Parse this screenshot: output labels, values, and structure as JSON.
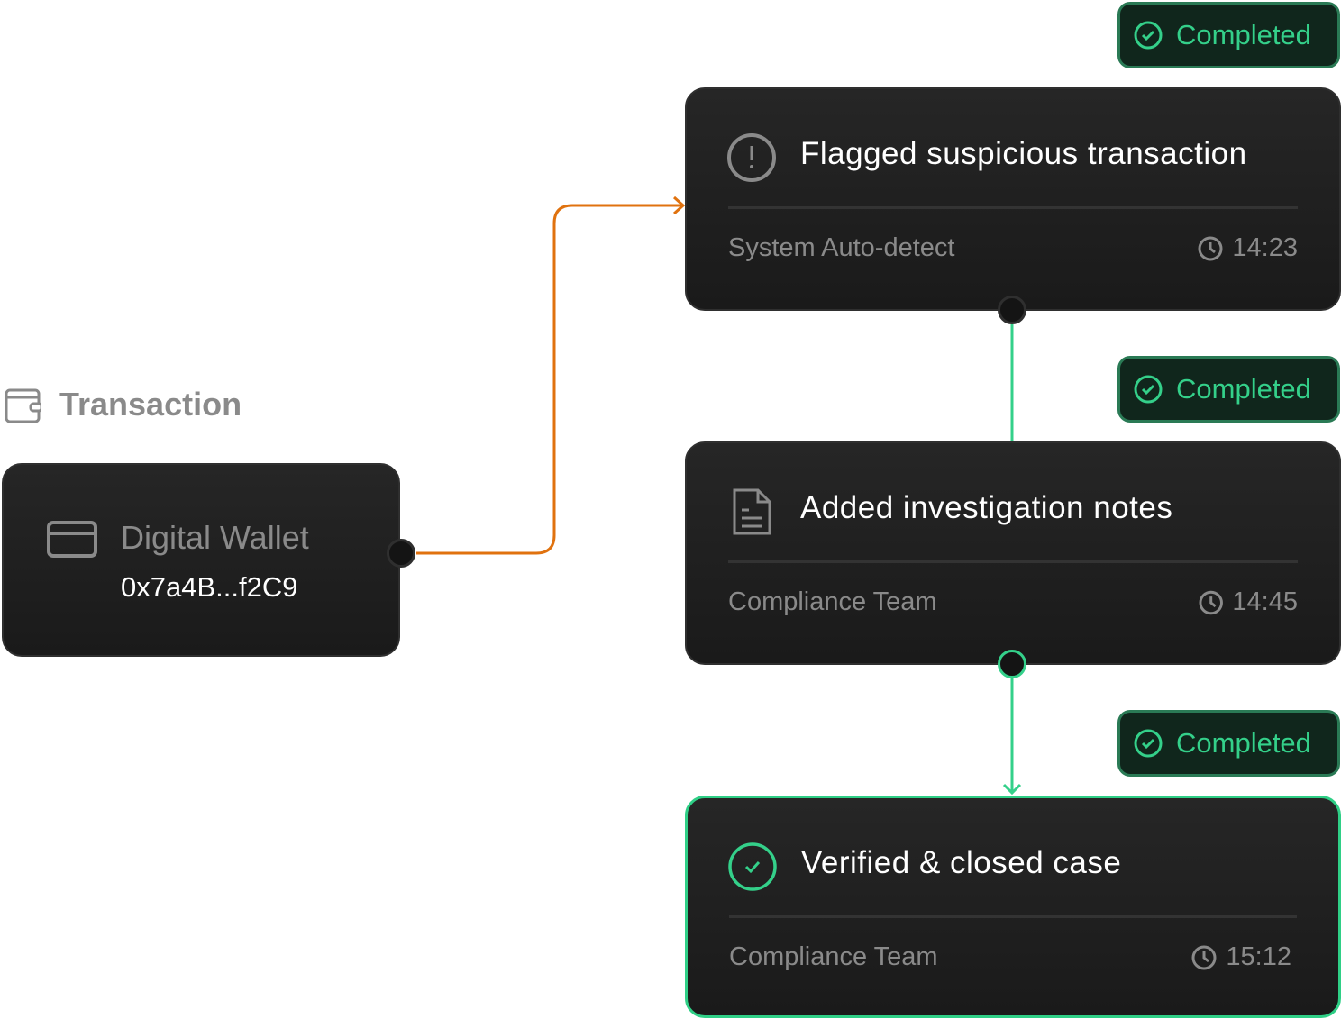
{
  "source_group": {
    "label": "Transaction",
    "icon": "wallet-icon"
  },
  "source_node": {
    "title": "Digital Wallet",
    "address": "0x7a4B...f2C9",
    "icon": "credit-card-icon"
  },
  "steps": [
    {
      "title": "Flagged suspicious transaction",
      "actor": "System Auto-detect",
      "time": "14:23",
      "status": "Completed",
      "icon": "alert-circle-icon"
    },
    {
      "title": "Added investigation notes",
      "actor": "Compliance Team",
      "time": "14:45",
      "status": "Completed",
      "icon": "document-icon"
    },
    {
      "title": "Verified & closed case",
      "actor": "Compliance Team",
      "time": "15:12",
      "status": "Completed",
      "icon": "check-circle-icon"
    }
  ],
  "colors": {
    "accent_green": "#34d08a",
    "edge_orange": "#e0720f",
    "card_bg": "#1f1f1f"
  }
}
